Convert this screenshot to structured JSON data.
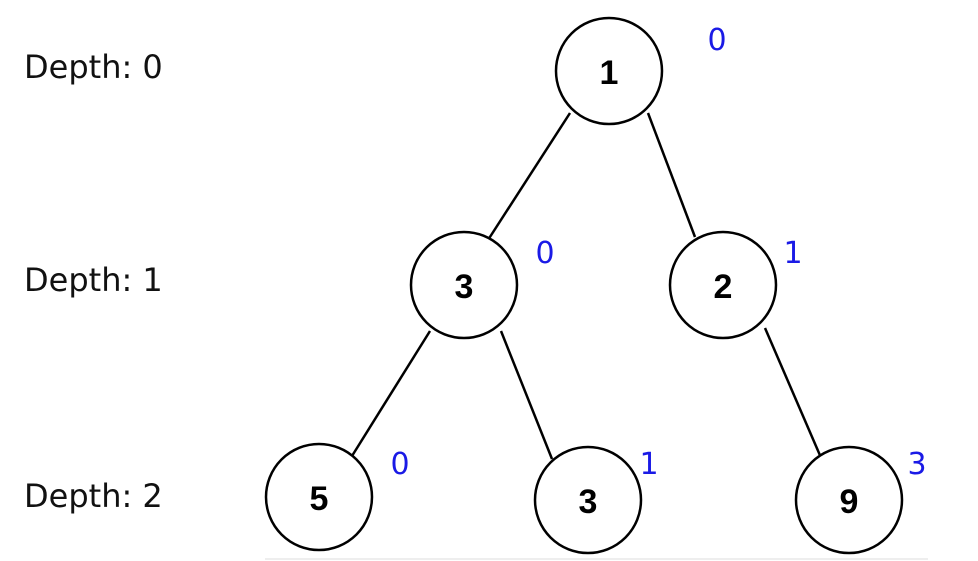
{
  "depth_labels": [
    "Depth: 0",
    "Depth: 1",
    "Depth: 2"
  ],
  "nodes": [
    {
      "value": "1",
      "index": "0"
    },
    {
      "value": "3",
      "index": "0"
    },
    {
      "value": "2",
      "index": "1"
    },
    {
      "value": "5",
      "index": "0"
    },
    {
      "value": "3",
      "index": "1"
    },
    {
      "value": "9",
      "index": "3"
    }
  ],
  "colors": {
    "index_label": "#1a1ae6",
    "node_stroke": "#000000"
  }
}
